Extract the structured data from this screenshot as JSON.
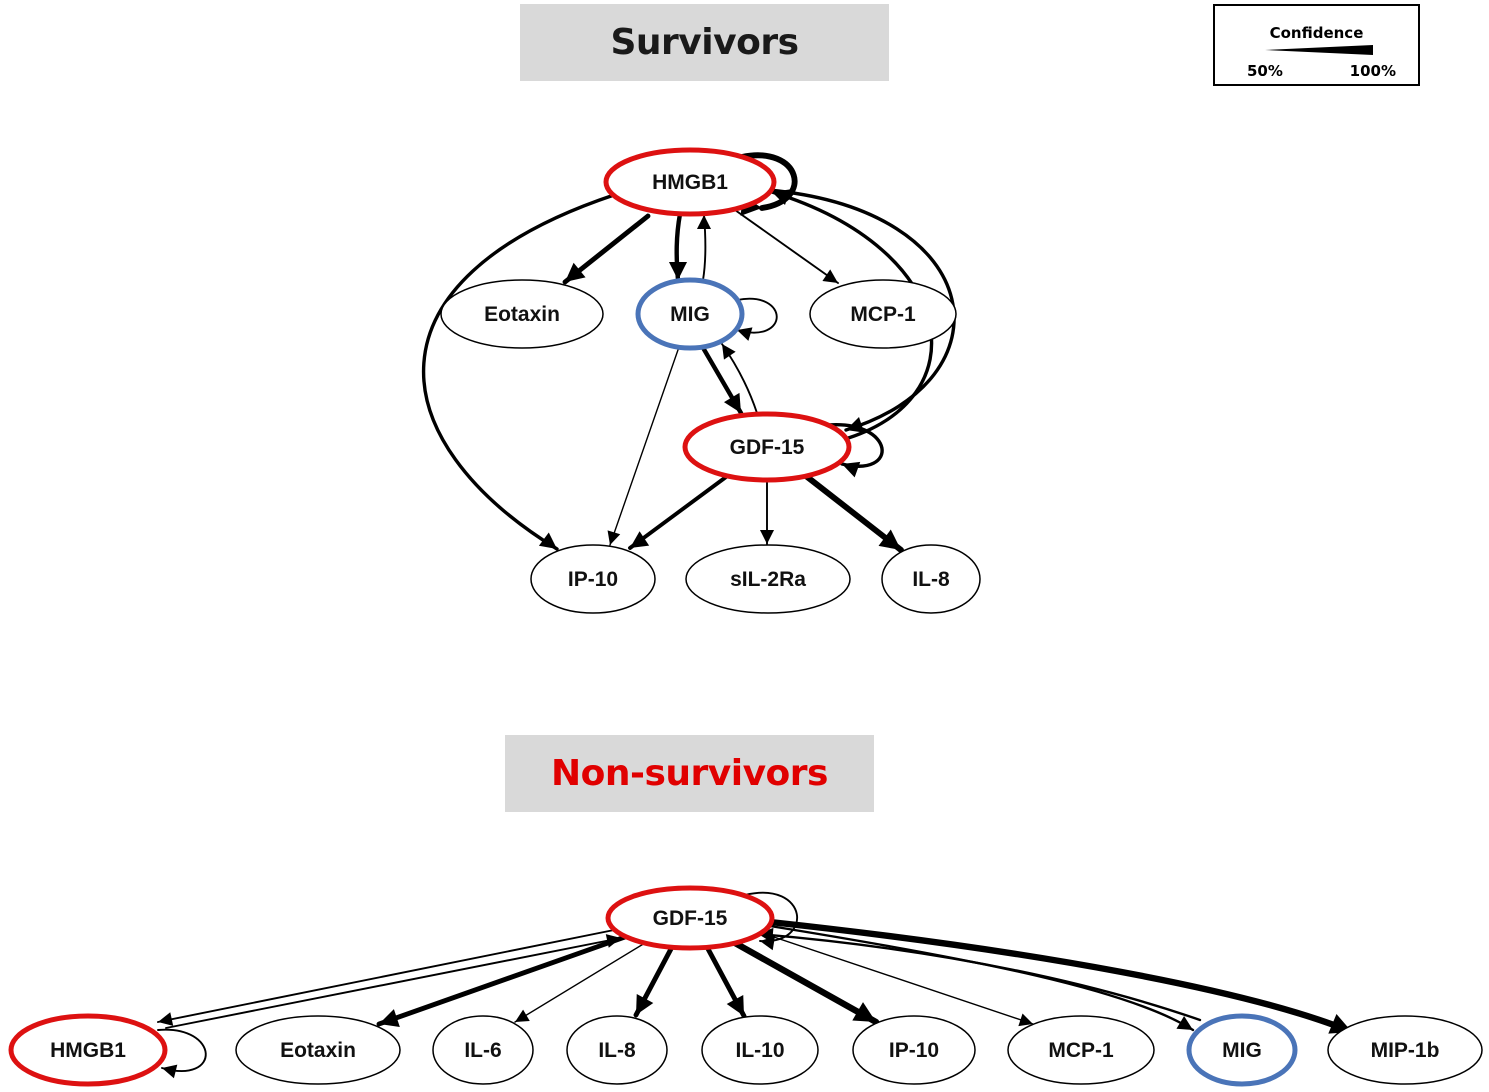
{
  "colors": {
    "highlight_red": "#dd1111",
    "highlight_blue": "#4a74b8",
    "title_red": "#e00000"
  },
  "survivors": {
    "title": "Survivors",
    "nodes": [
      {
        "id": "HMGB1",
        "label": "HMGB1",
        "highlight": "red"
      },
      {
        "id": "Eotaxin",
        "label": "Eotaxin",
        "highlight": "none"
      },
      {
        "id": "MIG",
        "label": "MIG",
        "highlight": "blue"
      },
      {
        "id": "MCP-1",
        "label": "MCP-1",
        "highlight": "none"
      },
      {
        "id": "GDF-15",
        "label": "GDF-15",
        "highlight": "red"
      },
      {
        "id": "IP-10",
        "label": "IP-10",
        "highlight": "none"
      },
      {
        "id": "sIL-2Ra",
        "label": "sIL-2Ra",
        "highlight": "none"
      },
      {
        "id": "IL-8",
        "label": "IL-8",
        "highlight": "none"
      }
    ],
    "edges": [
      {
        "from": "HMGB1",
        "to": "HMGB1",
        "confidence": 0.95
      },
      {
        "from": "HMGB1",
        "to": "Eotaxin",
        "confidence": 0.85
      },
      {
        "from": "HMGB1",
        "to": "MIG",
        "confidence": 0.8
      },
      {
        "from": "MIG",
        "to": "HMGB1",
        "confidence": 0.55
      },
      {
        "from": "HMGB1",
        "to": "MCP-1",
        "confidence": 0.55
      },
      {
        "from": "HMGB1",
        "to": "IP-10",
        "confidence": 0.7
      },
      {
        "from": "HMGB1",
        "to": "GDF-15",
        "confidence": 0.7
      },
      {
        "from": "GDF-15",
        "to": "HMGB1",
        "confidence": 0.7
      },
      {
        "from": "MIG",
        "to": "MIG",
        "confidence": 0.55
      },
      {
        "from": "MIG",
        "to": "GDF-15",
        "confidence": 0.8
      },
      {
        "from": "GDF-15",
        "to": "MIG",
        "confidence": 0.55
      },
      {
        "from": "MIG",
        "to": "IP-10",
        "confidence": 0.5
      },
      {
        "from": "GDF-15",
        "to": "GDF-15",
        "confidence": 0.7
      },
      {
        "from": "GDF-15",
        "to": "IP-10",
        "confidence": 0.75
      },
      {
        "from": "GDF-15",
        "to": "sIL-2Ra",
        "confidence": 0.55
      },
      {
        "from": "GDF-15",
        "to": "IL-8",
        "confidence": 0.95
      }
    ]
  },
  "nonsurvivors": {
    "title": "Non-survivors",
    "nodes": [
      {
        "id": "GDF-15",
        "label": "GDF-15",
        "highlight": "red"
      },
      {
        "id": "HMGB1",
        "label": "HMGB1",
        "highlight": "red"
      },
      {
        "id": "Eotaxin",
        "label": "Eotaxin",
        "highlight": "none"
      },
      {
        "id": "IL-6",
        "label": "IL-6",
        "highlight": "none"
      },
      {
        "id": "IL-8",
        "label": "IL-8",
        "highlight": "none"
      },
      {
        "id": "IL-10",
        "label": "IL-10",
        "highlight": "none"
      },
      {
        "id": "IP-10",
        "label": "IP-10",
        "highlight": "none"
      },
      {
        "id": "MCP-1",
        "label": "MCP-1",
        "highlight": "none"
      },
      {
        "id": "MIG",
        "label": "MIG",
        "highlight": "blue"
      },
      {
        "id": "MIP-1b",
        "label": "MIP-1b",
        "highlight": "none"
      }
    ],
    "edges": [
      {
        "from": "GDF-15",
        "to": "GDF-15",
        "confidence": 0.55
      },
      {
        "from": "GDF-15",
        "to": "HMGB1",
        "confidence": 0.55
      },
      {
        "from": "HMGB1",
        "to": "GDF-15",
        "confidence": 0.55
      },
      {
        "from": "HMGB1",
        "to": "HMGB1",
        "confidence": 0.55
      },
      {
        "from": "GDF-15",
        "to": "Eotaxin",
        "confidence": 0.85
      },
      {
        "from": "GDF-15",
        "to": "IL-6",
        "confidence": 0.5
      },
      {
        "from": "GDF-15",
        "to": "IL-8",
        "confidence": 0.85
      },
      {
        "from": "GDF-15",
        "to": "IL-10",
        "confidence": 0.85
      },
      {
        "from": "GDF-15",
        "to": "IP-10",
        "confidence": 1.0
      },
      {
        "from": "GDF-15",
        "to": "MCP-1",
        "confidence": 0.5
      },
      {
        "from": "GDF-15",
        "to": "MIG",
        "confidence": 0.6
      },
      {
        "from": "MIG",
        "to": "GDF-15",
        "confidence": 0.6
      },
      {
        "from": "GDF-15",
        "to": "MIP-1b",
        "confidence": 1.0
      }
    ]
  },
  "legend": {
    "title": "Confidence",
    "low_label": "50%",
    "high_label": "100%"
  }
}
